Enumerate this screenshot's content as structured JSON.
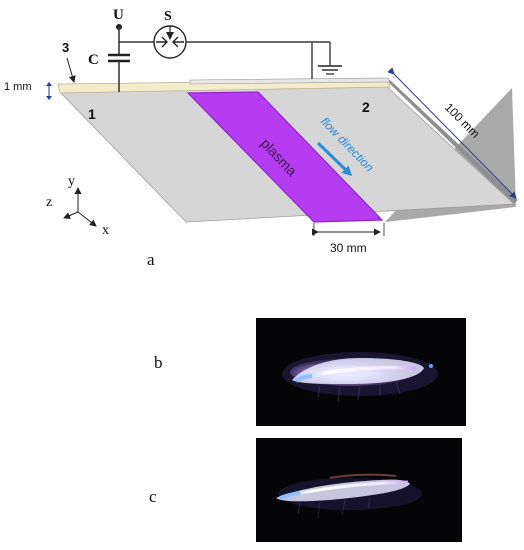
{
  "diagram": {
    "labels": {
      "voltage": "U",
      "switch": "S",
      "capacitor": "C",
      "electrode_3": "3",
      "electrode_1": "1",
      "electrode_2": "2",
      "thickness": "1 mm",
      "length": "100 mm",
      "width": "30 mm",
      "plasma": "plasma",
      "flow": "flow direction",
      "axis_y": "y",
      "axis_z": "z",
      "axis_x": "x"
    },
    "colors": {
      "plate_top": "#d6d6d6",
      "plate_side": "#a9a9a9",
      "dielectric": "#f2eccb",
      "plasma": "#b53cf0",
      "plasma_edge": "#8e22c9",
      "flow_arrow": "#2e8bd6",
      "dim_arrow": "#2c3e8c",
      "wire": "#3a3a3a"
    }
  },
  "panels": {
    "a": "a",
    "b": "b",
    "c": "c"
  }
}
